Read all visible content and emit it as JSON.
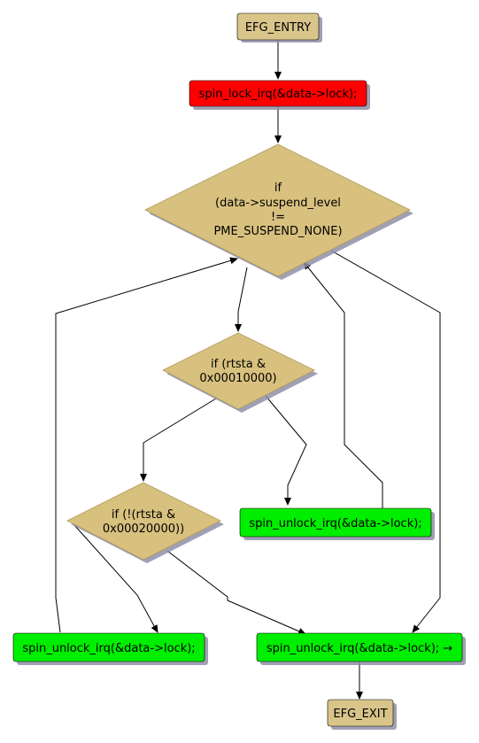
{
  "colors": {
    "terminal": "#d9c58a",
    "lock": "#ff0000",
    "unlock": "#00ee00",
    "decision": "#d8c07e",
    "edge": "#000000"
  },
  "nodes": {
    "entry": "EFG_ENTRY",
    "lock": "spin_lock_irq(&data->lock);",
    "cond_suspend": [
      "if",
      "(data->suspend_level",
      "!=",
      "PME_SUSPEND_NONE)"
    ],
    "cond_rtsta1": [
      "if (rtsta &",
      "0x00010000)"
    ],
    "unlock_right": "spin_unlock_irq(&data->lock);",
    "cond_rtsta2": [
      "if (!(rtsta &",
      "0x00020000))"
    ],
    "unlock_left": "spin_unlock_irq(&data->lock);",
    "unlock_exit": "spin_unlock_irq(&data->lock); →",
    "exit": "EFG_EXIT"
  }
}
